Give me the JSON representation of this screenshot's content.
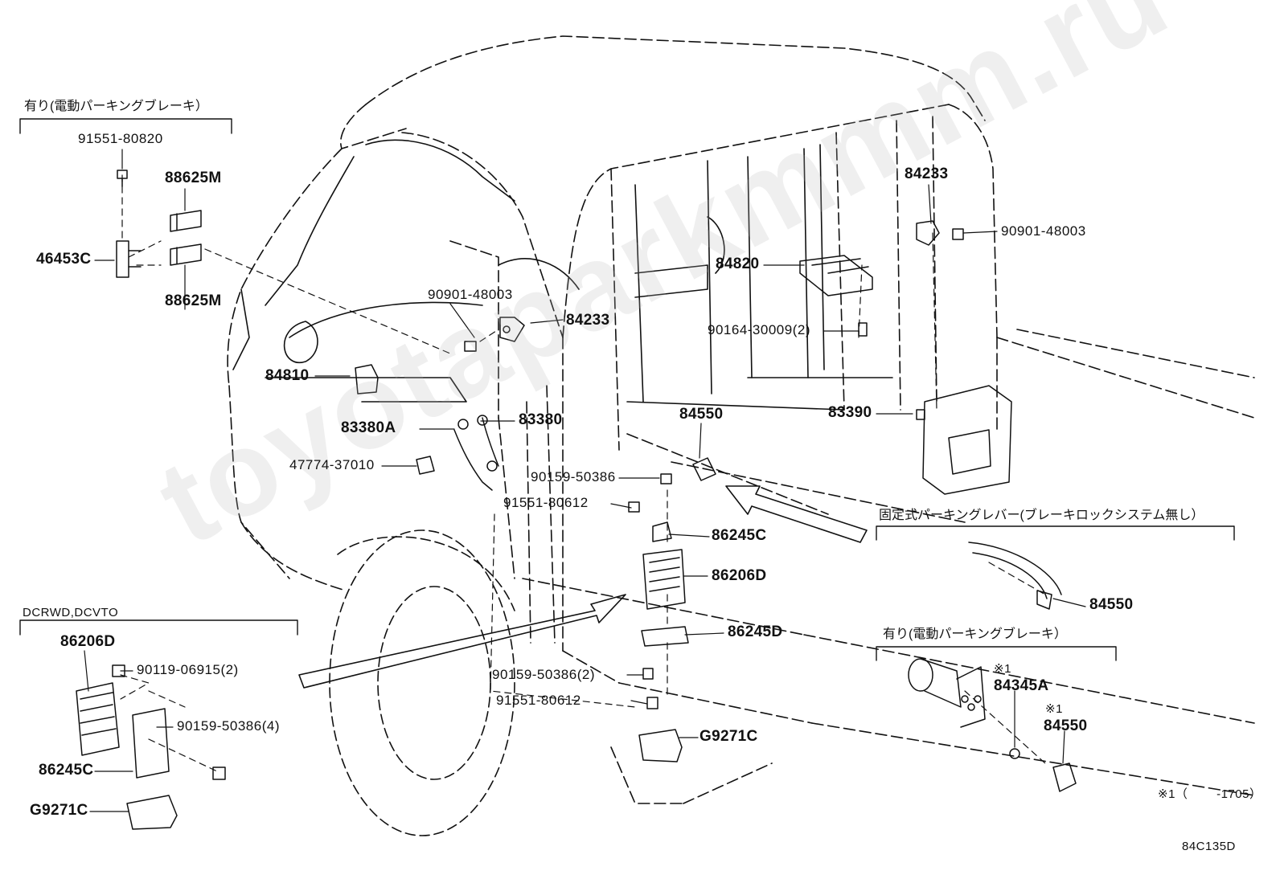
{
  "watermark": "toyotaparkmmm.ru",
  "diagram_code": "84C135D",
  "footnote": "※1（　　 -1705）",
  "groups": {
    "epb_left": "有り(電動パーキングブレーキ）",
    "epb_right": "有り(電動パーキングブレーキ）",
    "fixed_lever": "固定式パーキングレバー(ブレーキロックシステム無し）",
    "dcrwd": "DCRWD,DCVTO"
  },
  "labels": {
    "p91551_80820": "91551-80820",
    "p88625m_a": "88625M",
    "p46453c": "46453C",
    "p88625m_b": "88625M",
    "p90901_48003_mid": "90901-48003",
    "p84233_mid": "84233",
    "p84810": "84810",
    "p83380a": "83380A",
    "p83380": "83380",
    "p47774_37010": "47774-37010",
    "p90159_50386_mid": "90159-50386",
    "p91551_80612_mid": "91551-80612",
    "p86245c_mid": "86245C",
    "p86206d_mid": "86206D",
    "p86245d_mid": "86245D",
    "p90159_50386_2": "90159-50386(2)",
    "p91551_80612_low": "91551-80612",
    "p g9271c_mid": "G9271C",
    "p84550_mid": "84550",
    "p84233_right": "84233",
    "p90901_48003_right": "90901-48003",
    "p84820": "84820",
    "p90164_30009": "90164-30009(2)",
    "p83390": "83390",
    "p84550_lever": "84550",
    "p84345a_star": "※1",
    "p84345a": "84345A",
    "p84550_epb_star": "※1",
    "p84550_epb": "84550",
    "p86206d_left": "86206D",
    "p90119_06915": "90119-06915(2)",
    "p90159_50386_4": "90159-50386(4)",
    "p86245c_left": "86245C",
    "p9271c_left": "G9271C"
  },
  "colors": {
    "line": "#111111",
    "background": "#ffffff",
    "watermark": "#b4b4b4"
  }
}
